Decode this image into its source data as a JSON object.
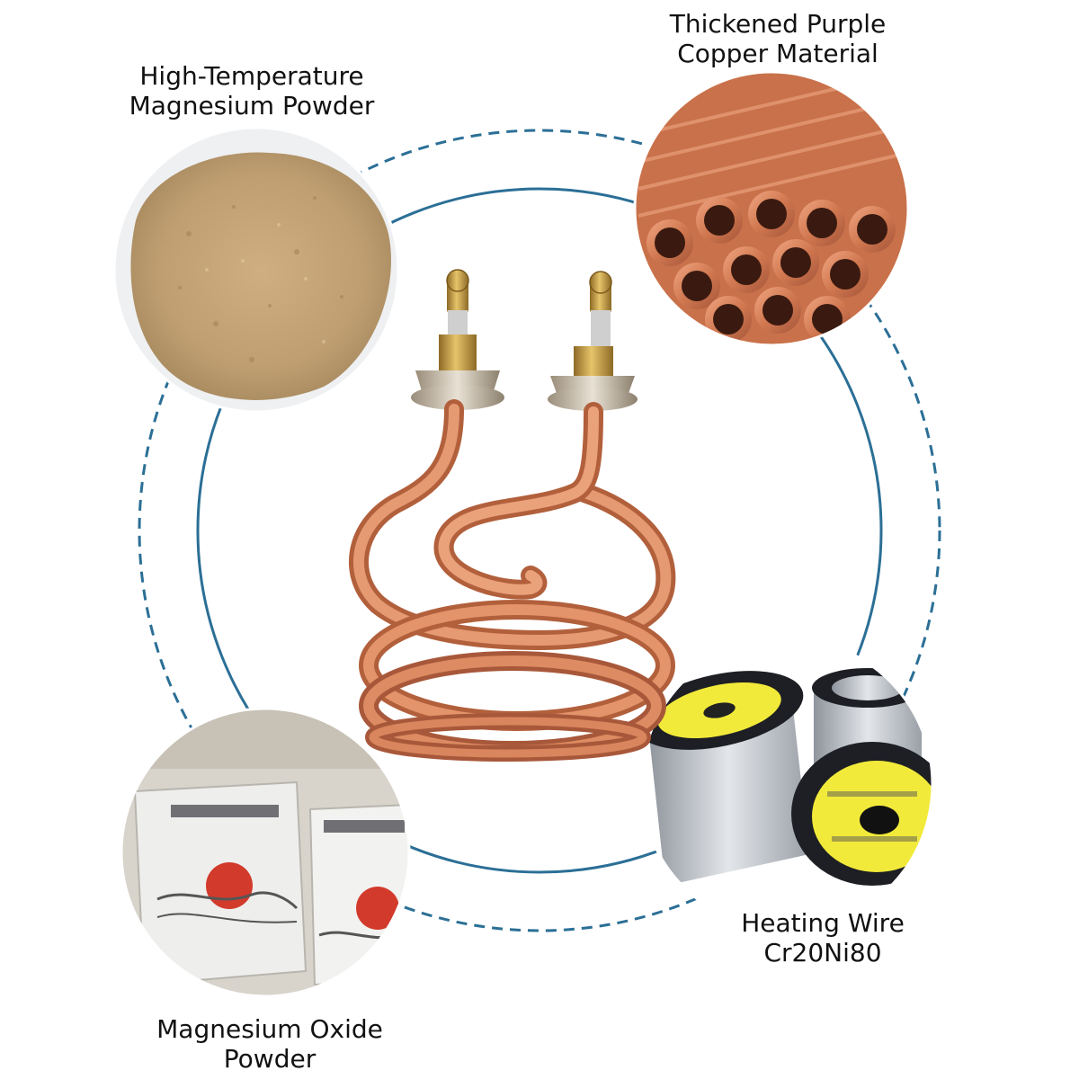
{
  "labels": {
    "top_left": {
      "line1": "High-Temperature",
      "line2": "Magnesium Powder"
    },
    "top_right": {
      "line1": "Thickened Purple",
      "line2": "Copper Material"
    },
    "bottom_left": {
      "line1": "Magnesium Oxide",
      "line2": "Powder"
    },
    "bottom_right": {
      "line1": "Heating Wire",
      "line2": "Cr20Ni80"
    }
  },
  "colors": {
    "ring": "#2b6f96",
    "copper": "#d9825a",
    "copper_dark": "#a95a35",
    "copper_light": "#f3b690",
    "brass": "#c9a24a",
    "powder": "#c4a57a",
    "spool_yellow": "#f2ea3a",
    "wire_silver": "#b9bec4"
  }
}
